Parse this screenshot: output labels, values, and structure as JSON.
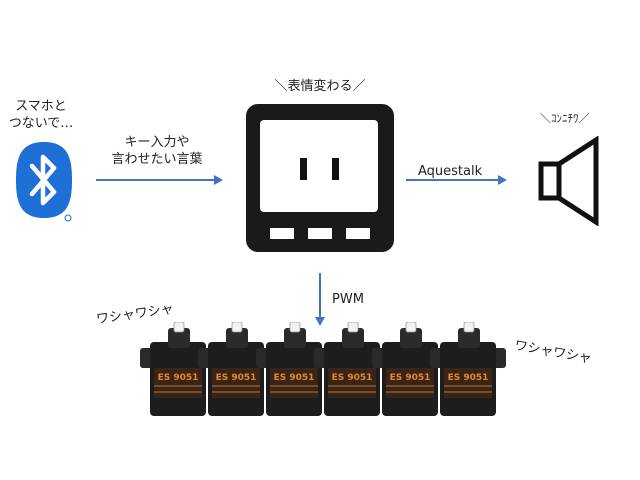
{
  "labels": {
    "phone_line1": "スマホと",
    "phone_line2": "つないで…",
    "input_line1": "キー入力や",
    "input_line2": "言わせたい言葉",
    "face_caption": "＼表情変わる／",
    "speaker_caption": "＼ｺﾝﾆﾁﾜ／",
    "aquestalk": "Aquestalk",
    "pwm": "PWM",
    "wiggle_left": "ワシャワシャ",
    "wiggle_right": "ワシャワシャ",
    "servo_label": "ES 9051"
  },
  "servo_count": 6,
  "colors": {
    "arrow": "#4472c4",
    "bluetooth": "#1e6fd6",
    "device": "#1a1a1a"
  }
}
